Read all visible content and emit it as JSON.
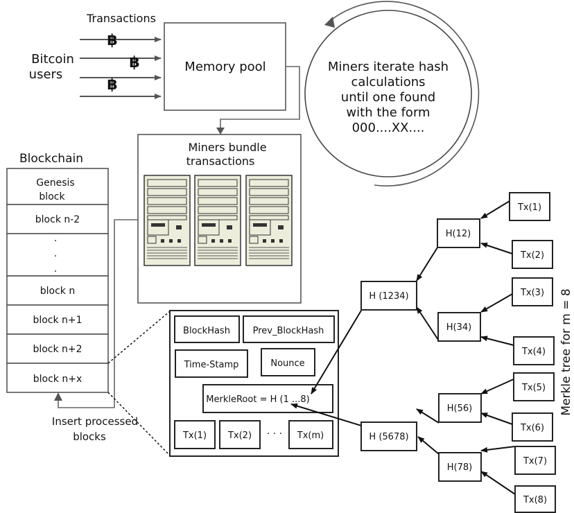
{
  "transactions_label": "Transactions",
  "bitcoin_symbol": "฿",
  "bitcoin_users_line1": "Bitcoin",
  "bitcoin_users_line2": "users",
  "memory_pool_label": "Memory pool",
  "miners_iterate_lines": [
    "Miners iterate hash",
    "calculations",
    "until one found",
    "with the form",
    "000....XX...."
  ],
  "miners_bundle_line1": "Miners bundle",
  "miners_bundle_line2": "transactions",
  "blockchain": {
    "title": "Blockchain",
    "genesis_line1": "Genesis",
    "genesis_line2": "block",
    "block_n_minus_2": "block n-2",
    "ellipsis_dot": ".",
    "block_n": "block n",
    "block_n_plus_1": "block n+1",
    "block_n_plus_2": "block n+2",
    "block_n_plus_x": "block n+x"
  },
  "insert_processed_line1": "Insert processed",
  "insert_processed_line2": "blocks",
  "block_header": {
    "block_hash": "BlockHash",
    "prev_block_hash": "Prev_BlockHash",
    "time_stamp": "Time-Stamp",
    "nounce": "Nounce",
    "merkle_root": "MerkleRoot = H (1 ...8)",
    "tx1": "Tx(1)",
    "tx2": "Tx(2)",
    "tx_dots": "· · ·",
    "txm": "Tx(m)"
  },
  "merkle_tree": {
    "h1234": "H (1234)",
    "h5678": "H (5678)",
    "h12": "H(12)",
    "h34": "H(34)",
    "h56": "H(56)",
    "h78": "H(78)",
    "tx1": "Tx(1)",
    "tx2": "Tx(2)",
    "tx3": "Tx(3)",
    "tx4": "Tx(4)",
    "tx5": "Tx(5)",
    "tx6": "Tx(6)",
    "tx7": "Tx(7)",
    "tx8": "Tx(8)",
    "side_label": "Merkle tree for m = 8"
  }
}
